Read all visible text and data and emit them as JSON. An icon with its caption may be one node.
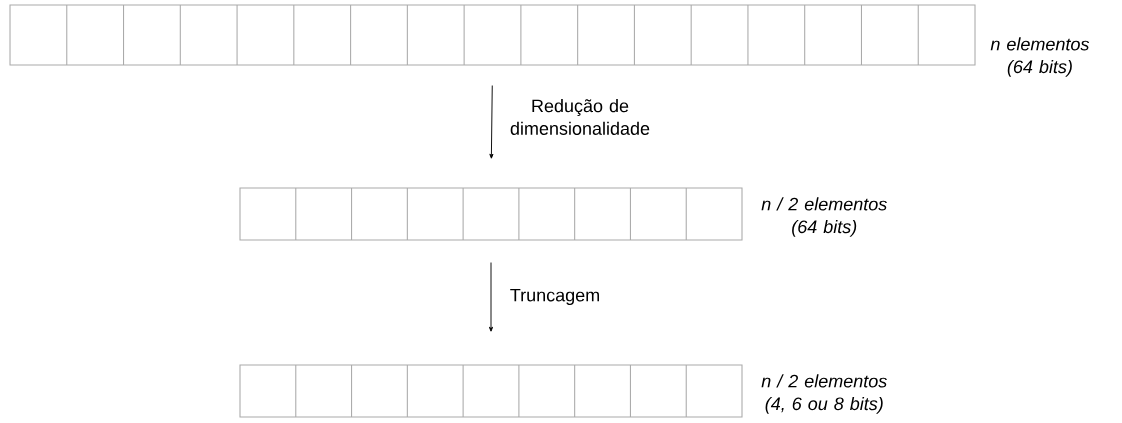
{
  "diagram": {
    "nodes": [
      {
        "text": [],
        "shape": "bar",
        "beside": [
          "n elementos (64 bits)"
        ]
      },
      {
        "text": [],
        "shape": "bar",
        "beside": [
          "n / 2 elementos (64 bits)"
        ]
      },
      {
        "text": [],
        "shape": "bar",
        "beside": [
          "n / 2 elementos (4, 6 ou 8 bits)"
        ]
      }
    ],
    "edges": [
      {
        "from": 0,
        "to": 1,
        "arrow": "to",
        "label": "Redução de dimensionalidade"
      },
      {
        "from": 1,
        "to": 2,
        "arrow": "to",
        "label": "Truncagem"
      }
    ]
  }
}
